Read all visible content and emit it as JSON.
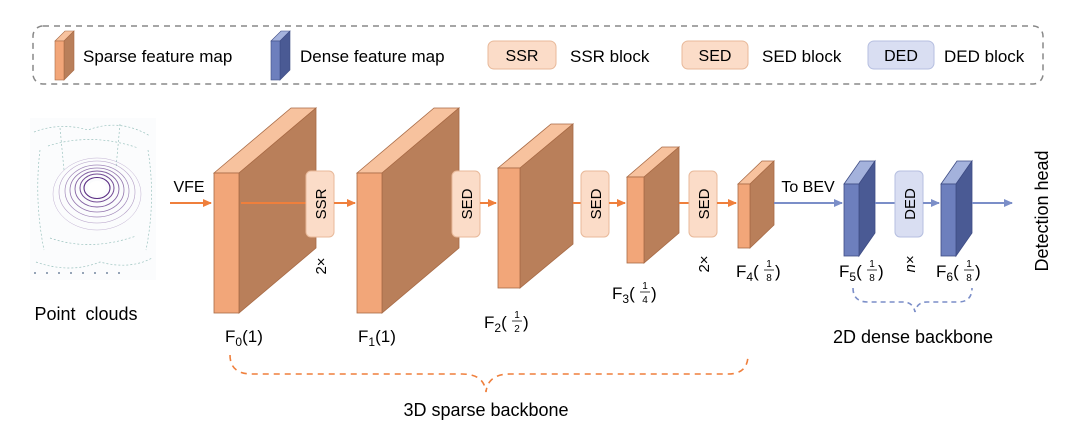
{
  "legend": {
    "sparse_label": "Sparse feature map",
    "dense_label": "Dense feature map",
    "ssr_tag": "SSR",
    "ssr_label": "SSR block",
    "sed_tag": "SED",
    "sed_label": "SED block",
    "ded_tag": "DED",
    "ded_label": "DED block"
  },
  "colors": {
    "sparse_front": "#f2a679",
    "sparse_side": "#b97f5a",
    "sparse_top": "#f7c29e",
    "dense_front": "#6d7fbd",
    "dense_side": "#4a5a94",
    "dense_top": "#a4b2dc",
    "block_fill_orange": "#fbdcc8",
    "block_fill_blue": "#d9def2",
    "arrow_orange": "#ef7f3c",
    "arrow_blue": "#7b8ec8",
    "point_cloud": "#5a2c83"
  },
  "input": {
    "label": "Point  clouds",
    "vfe": "VFE"
  },
  "maps": {
    "f0": {
      "base": "F",
      "sub": "0",
      "scale": "(1)"
    },
    "f1": {
      "base": "F",
      "sub": "1",
      "scale": "(1)"
    },
    "f2": {
      "base": "F",
      "sub": "2",
      "num": "1",
      "den": "2"
    },
    "f3": {
      "base": "F",
      "sub": "3",
      "num": "1",
      "den": "4"
    },
    "f4": {
      "base": "F",
      "sub": "4",
      "num": "1",
      "den": "8"
    },
    "f5": {
      "base": "F",
      "sub": "5",
      "num": "1",
      "den": "8"
    },
    "f6": {
      "base": "F",
      "sub": "6",
      "num": "1",
      "den": "8"
    }
  },
  "blocks": {
    "ssr": "SSR",
    "sed1": "SED",
    "sed2": "SED",
    "sed3": "SED",
    "ded": "DED",
    "repeat_2x_a": "2×",
    "repeat_2x_b": "2×",
    "repeat_nx": "n×"
  },
  "transitions": {
    "to_bev": "To BEV"
  },
  "groups": {
    "sparse_backbone": "3D sparse backbone",
    "dense_backbone": "2D dense backbone"
  },
  "output": {
    "detection_head": "Detection head"
  }
}
